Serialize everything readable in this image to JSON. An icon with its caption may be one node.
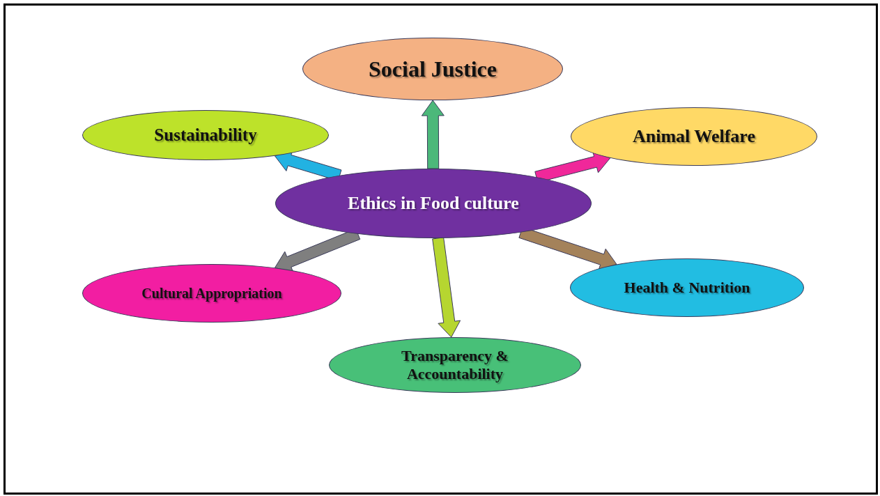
{
  "diagram": {
    "nodes": [
      {
        "text": [
          "Ethics in Food culture"
        ]
      },
      {
        "text": [
          "Social Justice"
        ]
      },
      {
        "text": [
          "Sustainability"
        ]
      },
      {
        "text": [
          "Animal Welfare"
        ]
      },
      {
        "text": [
          "Cultural Appropriation"
        ]
      },
      {
        "text": [
          "Health & Nutrition"
        ]
      },
      {
        "text": [
          "Transparency & Accountability"
        ]
      }
    ],
    "edges": [
      {
        "from": 0,
        "to": 1,
        "arrow": "to",
        "style": "thick",
        "color": "#4cb87a"
      },
      {
        "from": 0,
        "to": 2,
        "arrow": "to",
        "style": "thick",
        "color": "#22b2e2"
      },
      {
        "from": 0,
        "to": 3,
        "arrow": "to",
        "style": "thick",
        "color": "#f0289a"
      },
      {
        "from": 0,
        "to": 4,
        "arrow": "to",
        "style": "thick",
        "color": "#7f7f7f"
      },
      {
        "from": 0,
        "to": 5,
        "arrow": "to",
        "style": "thick",
        "color": "#a4825a"
      },
      {
        "from": 0,
        "to": 6,
        "arrow": "to",
        "style": "thick",
        "color": "#b6d630"
      }
    ]
  }
}
